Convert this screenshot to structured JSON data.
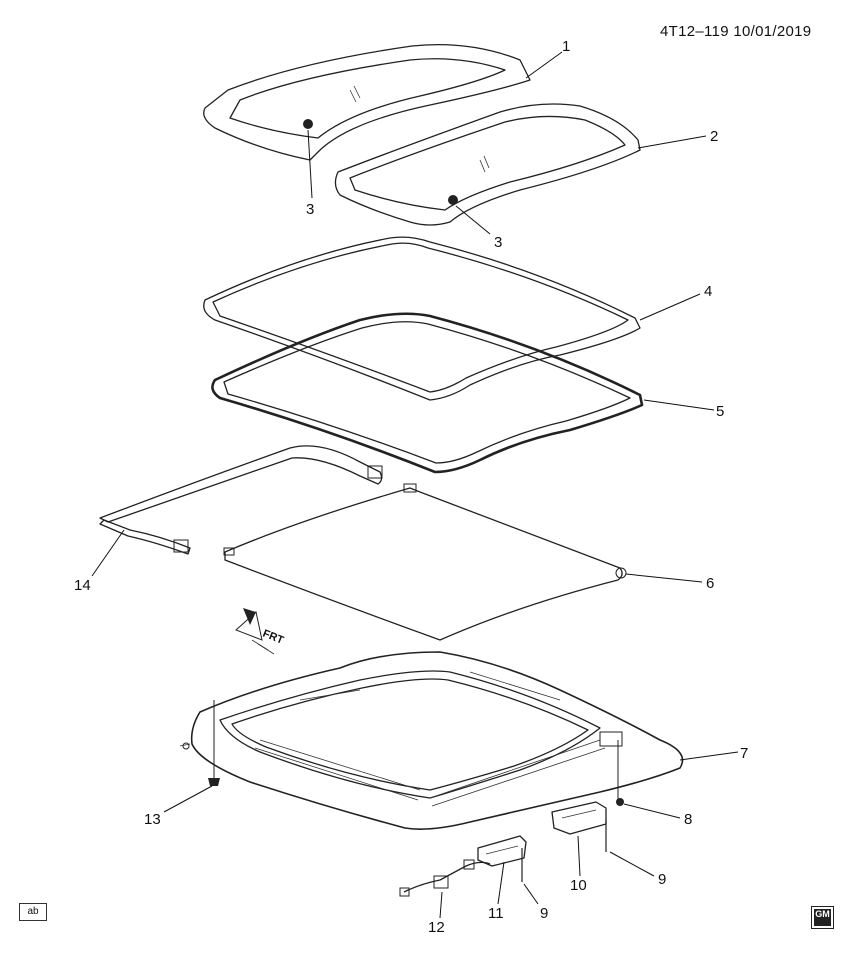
{
  "header": {
    "document_id": "4T12–119  10/01/2019"
  },
  "callouts": [
    {
      "id": "c1",
      "label": "1"
    },
    {
      "id": "c2",
      "label": "2"
    },
    {
      "id": "c3a",
      "label": "3"
    },
    {
      "id": "c3b",
      "label": "3"
    },
    {
      "id": "c4",
      "label": "4"
    },
    {
      "id": "c5",
      "label": "5"
    },
    {
      "id": "c6",
      "label": "6"
    },
    {
      "id": "c7",
      "label": "7"
    },
    {
      "id": "c8",
      "label": "8"
    },
    {
      "id": "c9a",
      "label": "9"
    },
    {
      "id": "c9b",
      "label": "9"
    },
    {
      "id": "c10",
      "label": "10"
    },
    {
      "id": "c11",
      "label": "11"
    },
    {
      "id": "c12",
      "label": "12"
    },
    {
      "id": "c13",
      "label": "13"
    },
    {
      "id": "c14",
      "label": "14"
    }
  ],
  "direction_marker": {
    "label": "FRT"
  },
  "footer": {
    "view_code": "ab",
    "logo_text": "GM"
  },
  "colors": {
    "line": "#222222",
    "background": "#ffffff"
  }
}
